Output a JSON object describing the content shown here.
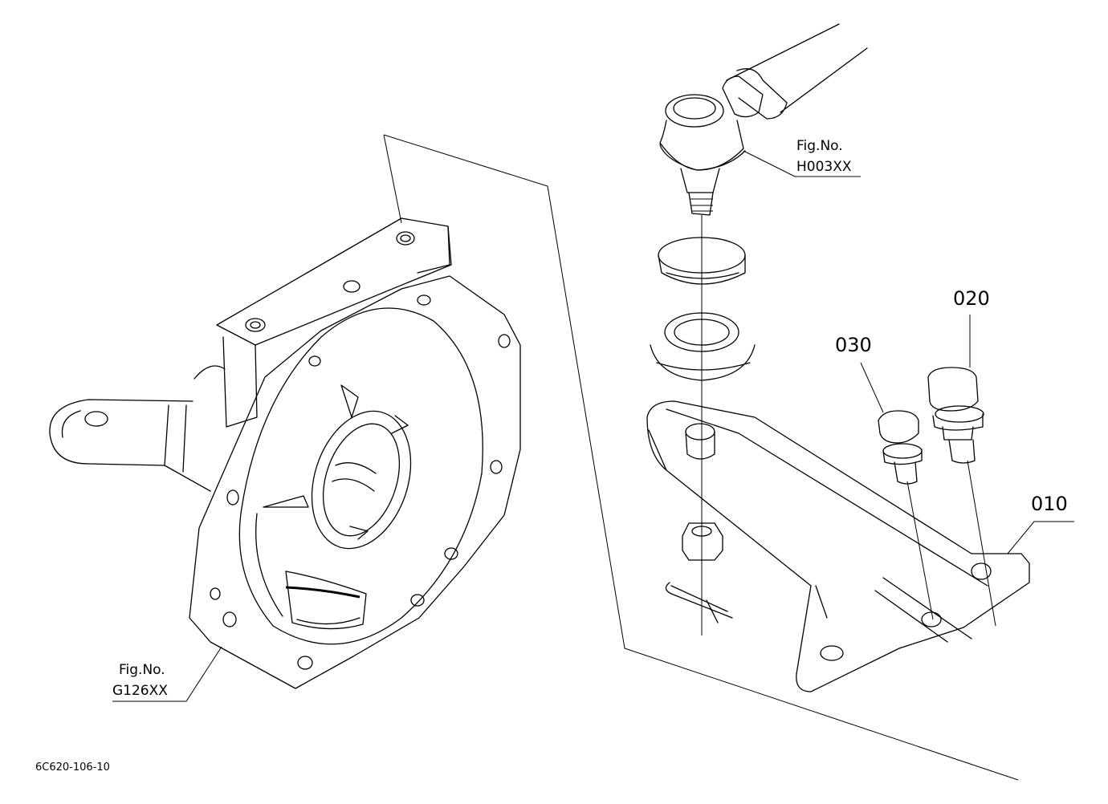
{
  "figure_refs": [
    {
      "fig": "Fig.No.",
      "code": "H003XX"
    },
    {
      "fig": "Fig.No.",
      "code": "G126XX"
    }
  ],
  "callouts": {
    "p010": "010",
    "p020": "020",
    "p030": "030"
  },
  "drawing_code": "6C620-106-10",
  "line_color": "#000000",
  "background": "#ffffff"
}
